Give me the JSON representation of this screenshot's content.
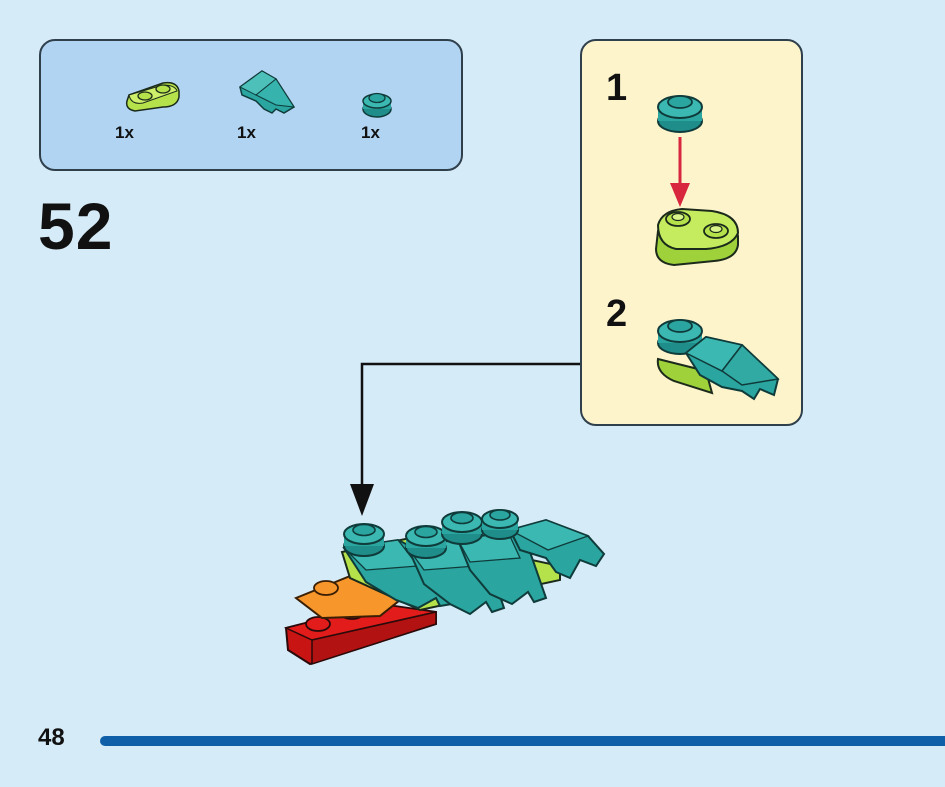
{
  "parts_list": {
    "items": [
      {
        "name": "lime-plate-1x2-rounded",
        "quantity": "1x"
      },
      {
        "name": "teal-wedge-slope",
        "quantity": "1x"
      },
      {
        "name": "teal-round-plate-1x1",
        "quantity": "1x"
      }
    ]
  },
  "step": {
    "number": "52"
  },
  "substeps": [
    {
      "number": "1"
    },
    {
      "number": "2"
    }
  ],
  "page": {
    "number": "48"
  },
  "colors": {
    "background": "#d6ebf8",
    "parts_box": "#b0d4f1",
    "substep_box": "#fdf4cc",
    "teal": "#2aa5a0",
    "lime": "#b5e24a",
    "red": "#e21b1b",
    "orange": "#f7962a",
    "arrow_red": "#d7263d",
    "page_bar": "#0e5fa8"
  }
}
